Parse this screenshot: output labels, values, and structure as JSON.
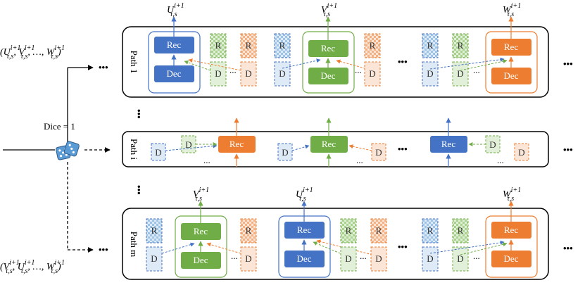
{
  "rows": [
    {
      "path_label": "Path 1",
      "outputs": [
        {
          "base": "U",
          "sup": "i+1",
          "sub": "τ,s"
        },
        {
          "base": "V",
          "sup": "i+1",
          "sub": "τ,s"
        },
        {
          "base": "W",
          "sup": "i+1",
          "sub": "τ,s"
        }
      ],
      "tuple_label": "(U",
      "tuple_text": "(U^{i+1}_{τ,s}, V^{i+1}_{τ,s}, …, W^{i+1}_{τ,s})"
    },
    {
      "path_label": "Path i"
    },
    {
      "path_label": "Path m",
      "outputs": [
        {
          "base": "V",
          "sup": "i+1",
          "sub": "τ,s"
        },
        {
          "base": "U",
          "sup": "i+1",
          "sub": "τ,s"
        },
        {
          "base": "W",
          "sup": "i+1",
          "sub": "τ,s"
        }
      ],
      "tuple_text": "(V^{i+1}_{τ,s}, U^{i+1}_{τ,s}, …, W^{i+1}_{τ,s})"
    }
  ],
  "labels": {
    "rec": "Rec",
    "dec": "Dec",
    "r": "R",
    "d": "D",
    "dice": "Dice = 1",
    "ellipsis": "…",
    "dots": "•••",
    "small_dots": "...",
    "sup": "i+1",
    "sub": "τ,s",
    "U": "U",
    "V": "V",
    "W": "W",
    "path1": "Path 1",
    "pathi": "Path i",
    "pathm": "Path m"
  },
  "colors": {
    "blue": "#4472c4",
    "green": "#70ad47",
    "orange": "#ed7d31",
    "light_blue": "#bdd7ee",
    "light_green": "#c5e0b4",
    "light_orange": "#f8cbad"
  }
}
